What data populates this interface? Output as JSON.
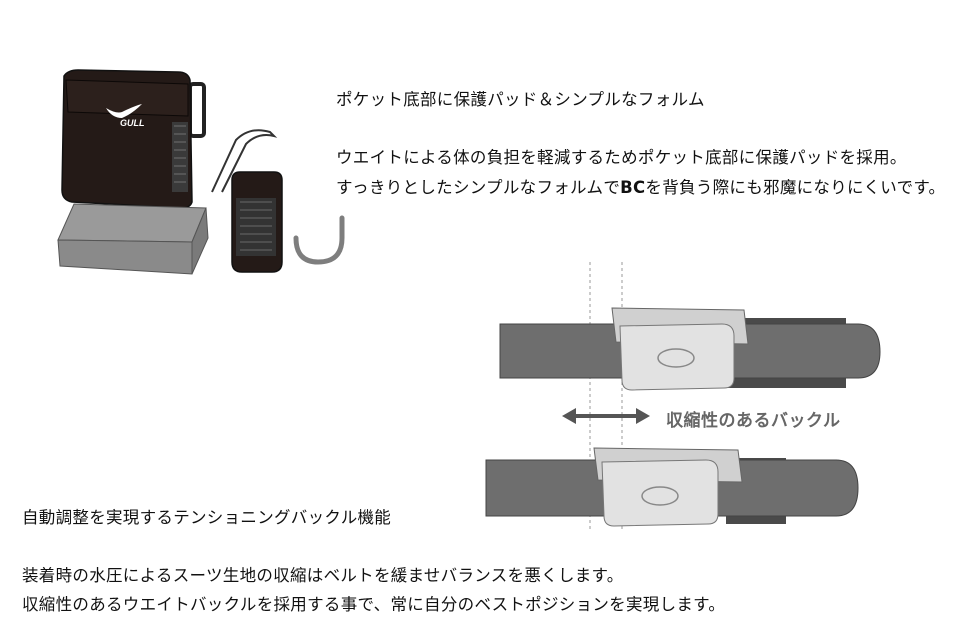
{
  "section1": {
    "heading": "ポケット底部に保護パッド＆シンプルなフォルム",
    "line1_a": "ウエイトによる体の負担を軽減するためポケット底部に保護パッドを採用。",
    "line2_a": "すっきりとしたシンプルなフォルムで",
    "line2_bold": "BC",
    "line2_b": "を背負う際にも邪魔になりにくいです。"
  },
  "product_figure": {
    "logo_text": "GULL",
    "icon": "weight-pocket-icon"
  },
  "buckle_figure": {
    "caption": "収縮性のあるバックル",
    "arrow_icon": "double-arrow-icon"
  },
  "section2": {
    "heading": "自動調整を実現するテンショニングバックル機能",
    "line1": "装着時の水圧によるスーツ生地の収縮はベルトを緩ませバランスを悪くします。",
    "line2": "収縮性のあるウエイトバックルを採用する事で、常に自分のベストポジションを実現します。"
  },
  "colors": {
    "belt": "#6e6e6e",
    "pocket": "#1e1614",
    "pad": "#8c8c8c",
    "buckle": "#dedede"
  }
}
